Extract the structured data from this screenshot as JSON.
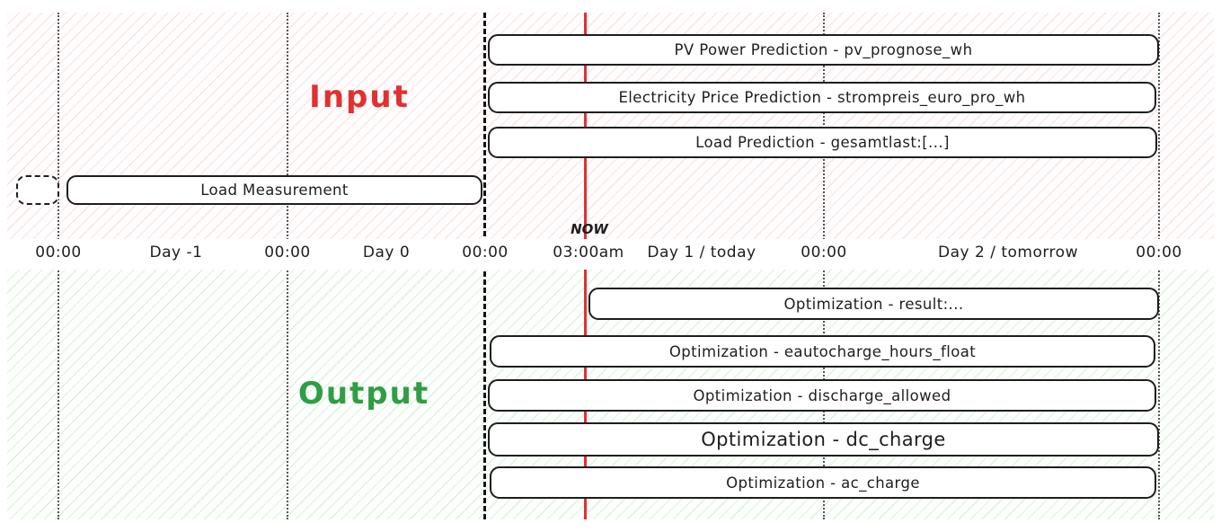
{
  "diagram": {
    "input": {
      "label": "Input",
      "color": "#e03131",
      "boxes": [
        {
          "label": "PV Power Prediction - pv_prognose_wh"
        },
        {
          "label": "Electricity Price Prediction - strompreis_euro_pro_wh"
        },
        {
          "label": "Load Prediction - gesamtlast:[...]"
        },
        {
          "label": "Load Measurement"
        }
      ]
    },
    "output": {
      "label": "Output",
      "color": "#2f9e44",
      "boxes": [
        {
          "label": "Optimization - result:..."
        },
        {
          "label": "Optimization - eautocharge_hours_float"
        },
        {
          "label": "Optimization - discharge_allowed"
        },
        {
          "label": "Optimization - dc_charge"
        },
        {
          "label": "Optimization - ac_charge"
        }
      ]
    },
    "axis": {
      "now": "NOW",
      "ticks": [
        "00:00",
        "Day -1",
        "00:00",
        "Day 0",
        "00:00",
        "03:00am",
        "Day 1 / today",
        "00:00",
        "Day 2 / tomorrow",
        "00:00"
      ]
    }
  }
}
